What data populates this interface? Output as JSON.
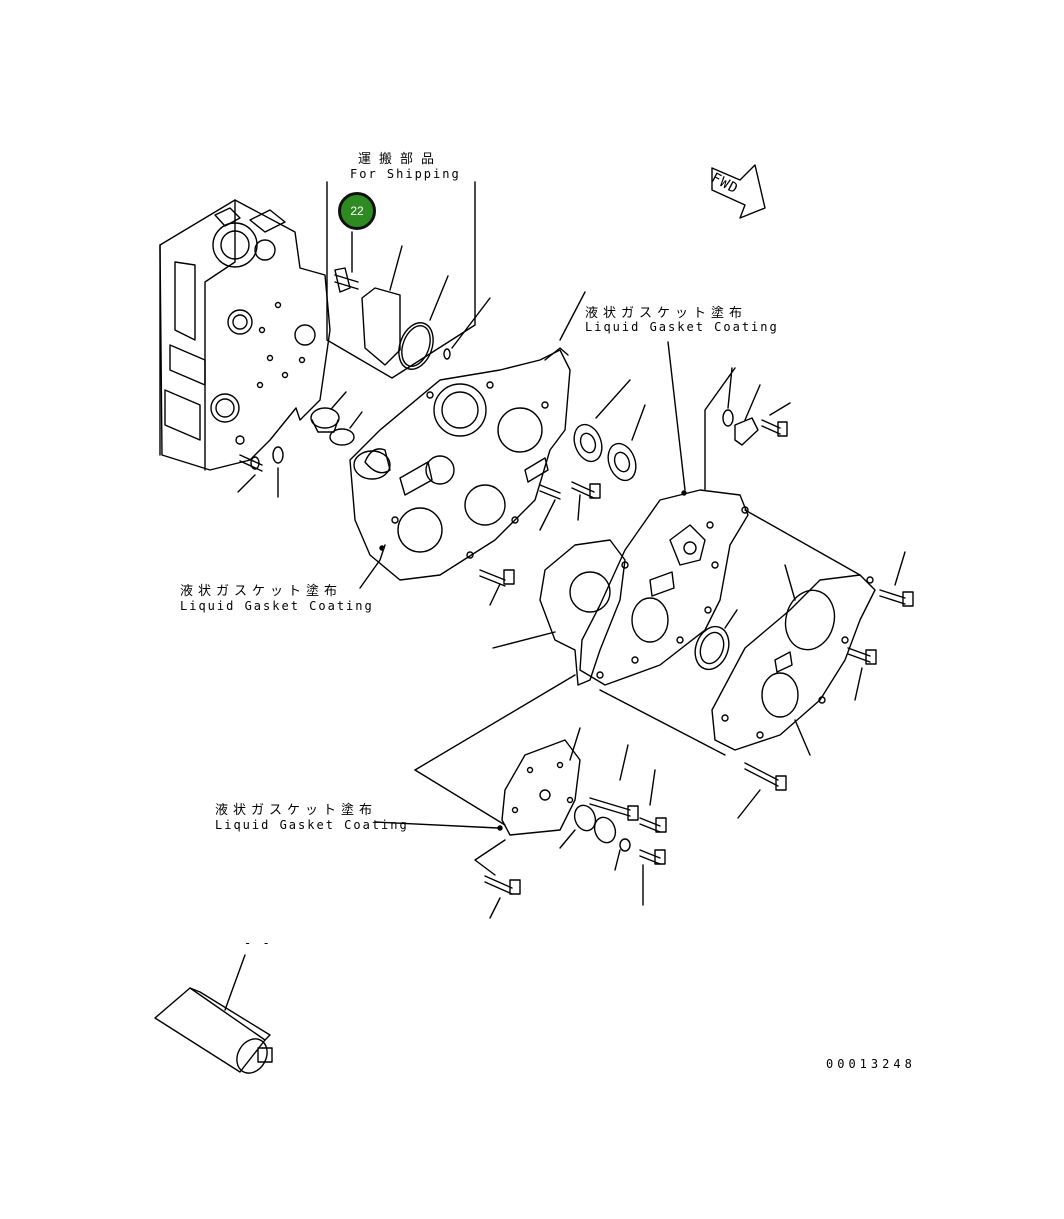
{
  "shipping": {
    "jp": "運搬部品",
    "en": "For Shipping"
  },
  "callout": {
    "number": "22",
    "color": "#2e8b22"
  },
  "gasket_labels": [
    {
      "jp": "液状ガスケット塗布",
      "en": "Liquid Gasket Coating"
    },
    {
      "jp": "液状ガスケット塗布",
      "en": "Liquid Gasket Coating"
    },
    {
      "jp": "液状ガスケット塗布",
      "en": "Liquid Gasket Coating"
    }
  ],
  "fwd": "FWD",
  "tube_label": "- -",
  "drawing_number": "00013248"
}
